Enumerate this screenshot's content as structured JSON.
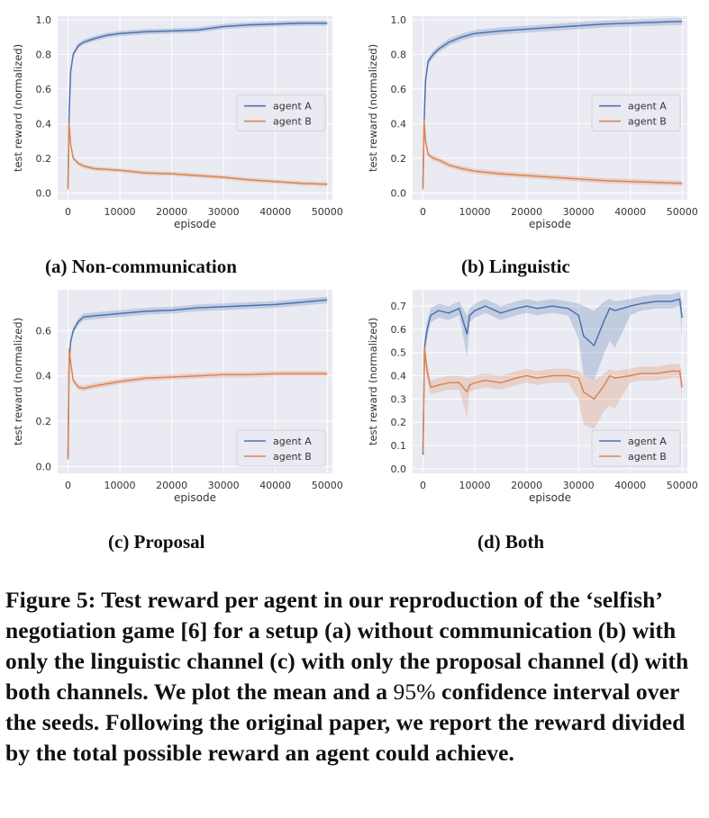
{
  "chart_data": [
    {
      "type": "line",
      "panel": "a",
      "caption": "(a) Non-communication",
      "xlabel": "episode",
      "ylabel": "test reward (normalized)",
      "xlim": [
        -2000,
        51000
      ],
      "ylim": [
        -0.04,
        1.02
      ],
      "xticks": [
        0,
        10000,
        20000,
        30000,
        40000,
        50000
      ],
      "yticks": [
        0.0,
        0.2,
        0.4,
        0.6,
        0.8,
        1.0
      ],
      "ytick_labels": [
        "0.0",
        "0.2",
        "0.4",
        "0.6",
        "0.8",
        "1.0"
      ],
      "legend": "center-right",
      "grid": true,
      "series": [
        {
          "name": "agent A",
          "color": "#4c72b0",
          "x": [
            0,
            200,
            500,
            1000,
            2000,
            3000,
            5000,
            7500,
            10000,
            15000,
            20000,
            25000,
            30000,
            35000,
            40000,
            45000,
            50000
          ],
          "y": [
            0.04,
            0.45,
            0.7,
            0.8,
            0.85,
            0.87,
            0.89,
            0.91,
            0.92,
            0.93,
            0.935,
            0.94,
            0.96,
            0.97,
            0.975,
            0.98,
            0.98
          ],
          "ci": 0.015
        },
        {
          "name": "agent B",
          "color": "#dd8452",
          "x": [
            0,
            200,
            500,
            1000,
            2000,
            3000,
            5000,
            7500,
            10000,
            15000,
            20000,
            25000,
            30000,
            35000,
            40000,
            45000,
            50000
          ],
          "y": [
            0.02,
            0.4,
            0.28,
            0.2,
            0.17,
            0.155,
            0.14,
            0.135,
            0.13,
            0.115,
            0.11,
            0.1,
            0.09,
            0.075,
            0.065,
            0.055,
            0.05
          ],
          "ci": 0.012
        }
      ]
    },
    {
      "type": "line",
      "panel": "b",
      "caption": "(b) Linguistic",
      "xlabel": "episode",
      "ylabel": "test reward (normalized)",
      "xlim": [
        -2000,
        51000
      ],
      "ylim": [
        -0.04,
        1.02
      ],
      "xticks": [
        0,
        10000,
        20000,
        30000,
        40000,
        50000
      ],
      "yticks": [
        0.0,
        0.2,
        0.4,
        0.6,
        0.8,
        1.0
      ],
      "ytick_labels": [
        "0.0",
        "0.2",
        "0.4",
        "0.6",
        "0.8",
        "1.0"
      ],
      "legend": "center-right",
      "grid": true,
      "series": [
        {
          "name": "agent A",
          "color": "#4c72b0",
          "x": [
            0,
            200,
            500,
            1000,
            2000,
            3000,
            5000,
            7500,
            10000,
            15000,
            20000,
            25000,
            30000,
            35000,
            40000,
            45000,
            50000
          ],
          "y": [
            0.04,
            0.4,
            0.65,
            0.76,
            0.8,
            0.83,
            0.87,
            0.9,
            0.92,
            0.935,
            0.945,
            0.955,
            0.965,
            0.975,
            0.98,
            0.985,
            0.99
          ],
          "ci": 0.02
        },
        {
          "name": "agent B",
          "color": "#dd8452",
          "x": [
            0,
            200,
            500,
            1000,
            2000,
            3000,
            5000,
            7500,
            10000,
            15000,
            20000,
            25000,
            30000,
            35000,
            40000,
            45000,
            50000
          ],
          "y": [
            0.02,
            0.42,
            0.3,
            0.22,
            0.2,
            0.19,
            0.16,
            0.14,
            0.125,
            0.11,
            0.1,
            0.09,
            0.08,
            0.07,
            0.065,
            0.06,
            0.055
          ],
          "ci": 0.015
        }
      ]
    },
    {
      "type": "line",
      "panel": "c",
      "caption": "(c) Proposal",
      "xlabel": "episode",
      "ylabel": "test reward (normalized)",
      "xlim": [
        -2000,
        51000
      ],
      "ylim": [
        -0.03,
        0.78
      ],
      "xticks": [
        0,
        10000,
        20000,
        30000,
        40000,
        50000
      ],
      "yticks": [
        0.0,
        0.2,
        0.4,
        0.6
      ],
      "ytick_labels": [
        "0.0",
        "0.2",
        "0.4",
        "0.6"
      ],
      "legend": "lower-right",
      "grid": true,
      "series": [
        {
          "name": "agent A",
          "color": "#4c72b0",
          "x": [
            0,
            200,
            500,
            1000,
            2000,
            3000,
            5000,
            7500,
            10000,
            15000,
            20000,
            25000,
            30000,
            35000,
            40000,
            45000,
            50000
          ],
          "y": [
            0.04,
            0.45,
            0.55,
            0.6,
            0.64,
            0.66,
            0.665,
            0.67,
            0.675,
            0.685,
            0.69,
            0.7,
            0.705,
            0.71,
            0.715,
            0.725,
            0.735
          ],
          "ci": 0.015
        },
        {
          "name": "agent B",
          "color": "#dd8452",
          "x": [
            0,
            200,
            500,
            1000,
            2000,
            3000,
            5000,
            7500,
            10000,
            15000,
            20000,
            25000,
            30000,
            35000,
            40000,
            45000,
            50000
          ],
          "y": [
            0.03,
            0.52,
            0.46,
            0.38,
            0.35,
            0.345,
            0.355,
            0.365,
            0.375,
            0.39,
            0.395,
            0.4,
            0.405,
            0.405,
            0.41,
            0.41,
            0.41
          ],
          "ci": 0.012
        }
      ]
    },
    {
      "type": "line",
      "panel": "d",
      "caption": "(d) Both",
      "xlabel": "episode",
      "ylabel": "test reward (normalized)",
      "xlim": [
        -2000,
        51000
      ],
      "ylim": [
        -0.02,
        0.77
      ],
      "xticks": [
        0,
        10000,
        20000,
        30000,
        40000,
        50000
      ],
      "yticks": [
        0.0,
        0.1,
        0.2,
        0.3,
        0.4,
        0.5,
        0.6,
        0.7
      ],
      "ytick_labels": [
        "0.0",
        "0.1",
        "0.2",
        "0.3",
        "0.4",
        "0.5",
        "0.6",
        "0.7"
      ],
      "legend": "lower-right",
      "grid": true,
      "series": [
        {
          "name": "agent A",
          "color": "#4c72b0",
          "x": [
            0,
            300,
            800,
            1500,
            3000,
            5000,
            7000,
            8500,
            9000,
            10000,
            12000,
            15000,
            18000,
            20000,
            22000,
            25000,
            28000,
            30000,
            31000,
            33000,
            35000,
            36000,
            37000,
            40000,
            42000,
            45000,
            48000,
            49500,
            50000
          ],
          "y": [
            0.06,
            0.52,
            0.6,
            0.66,
            0.68,
            0.67,
            0.69,
            0.58,
            0.66,
            0.68,
            0.7,
            0.67,
            0.69,
            0.7,
            0.69,
            0.7,
            0.69,
            0.66,
            0.57,
            0.53,
            0.64,
            0.69,
            0.68,
            0.7,
            0.71,
            0.72,
            0.72,
            0.73,
            0.65
          ],
          "ci_low": [
            0.05,
            0.48,
            0.56,
            0.63,
            0.65,
            0.64,
            0.66,
            0.48,
            0.63,
            0.65,
            0.67,
            0.64,
            0.66,
            0.67,
            0.66,
            0.67,
            0.66,
            0.56,
            0.4,
            0.38,
            0.5,
            0.55,
            0.52,
            0.66,
            0.68,
            0.69,
            0.69,
            0.7,
            0.55
          ],
          "ci_high": [
            0.07,
            0.56,
            0.64,
            0.69,
            0.71,
            0.7,
            0.72,
            0.66,
            0.69,
            0.71,
            0.73,
            0.7,
            0.72,
            0.73,
            0.72,
            0.73,
            0.72,
            0.71,
            0.7,
            0.68,
            0.72,
            0.73,
            0.72,
            0.73,
            0.74,
            0.75,
            0.75,
            0.76,
            0.72
          ]
        },
        {
          "name": "agent B",
          "color": "#dd8452",
          "x": [
            0,
            300,
            800,
            1500,
            3000,
            5000,
            7000,
            8500,
            9000,
            10000,
            12000,
            15000,
            18000,
            20000,
            22000,
            25000,
            28000,
            30000,
            31000,
            33000,
            35000,
            36000,
            37000,
            40000,
            42000,
            45000,
            48000,
            49500,
            50000
          ],
          "y": [
            0.07,
            0.52,
            0.42,
            0.35,
            0.36,
            0.37,
            0.37,
            0.33,
            0.36,
            0.37,
            0.38,
            0.37,
            0.39,
            0.4,
            0.39,
            0.4,
            0.4,
            0.39,
            0.33,
            0.3,
            0.36,
            0.4,
            0.39,
            0.4,
            0.41,
            0.41,
            0.42,
            0.42,
            0.35
          ],
          "ci_low": [
            0.06,
            0.48,
            0.38,
            0.32,
            0.33,
            0.34,
            0.34,
            0.22,
            0.33,
            0.34,
            0.35,
            0.34,
            0.36,
            0.37,
            0.36,
            0.37,
            0.37,
            0.3,
            0.19,
            0.17,
            0.25,
            0.27,
            0.26,
            0.37,
            0.38,
            0.38,
            0.39,
            0.39,
            0.28
          ],
          "ci_high": [
            0.08,
            0.56,
            0.46,
            0.38,
            0.39,
            0.4,
            0.4,
            0.39,
            0.39,
            0.4,
            0.41,
            0.4,
            0.42,
            0.43,
            0.42,
            0.43,
            0.43,
            0.42,
            0.4,
            0.38,
            0.41,
            0.43,
            0.42,
            0.43,
            0.44,
            0.44,
            0.45,
            0.45,
            0.42
          ]
        }
      ]
    }
  ],
  "figure_caption": {
    "text_part1": "Figure 5: Test reward per agent in our reproduction of the ‘selfish’ negotiation game [6] for a setup (a) without communication (b) with only the linguistic channel (c) with only the proposal channel (d) with both channels. We plot the mean and a ",
    "percent": "95%",
    "text_part2": " confidence interval over the seeds. Following the original paper, we report the reward divided by the total possible reward an agent could achieve."
  }
}
